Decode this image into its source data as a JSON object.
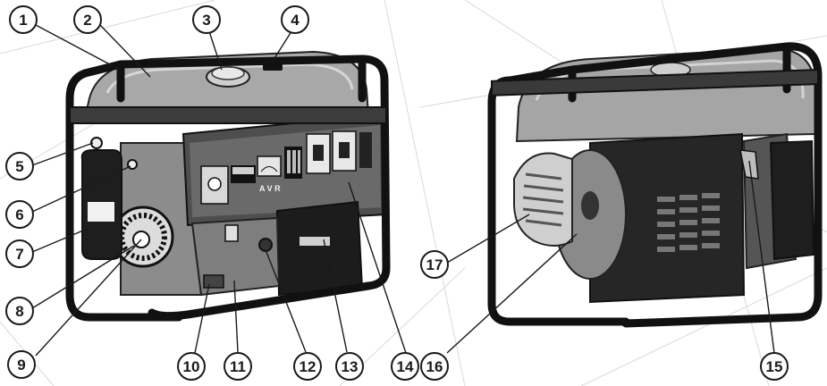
{
  "callouts": {
    "c1": "1",
    "c2": "2",
    "c3": "3",
    "c4": "4",
    "c5": "5",
    "c6": "6",
    "c7": "7",
    "c8": "8",
    "c9": "9",
    "c10": "10",
    "c11": "11",
    "c12": "12",
    "c13": "13",
    "c14": "14",
    "c15": "15",
    "c16": "16",
    "c17": "17"
  },
  "panel": {
    "avr": "A V R"
  },
  "colors": {
    "frame": "#111111",
    "tank": "#9a9a9a",
    "body": "#2b2b2b",
    "panel": "#5a5a5a"
  }
}
